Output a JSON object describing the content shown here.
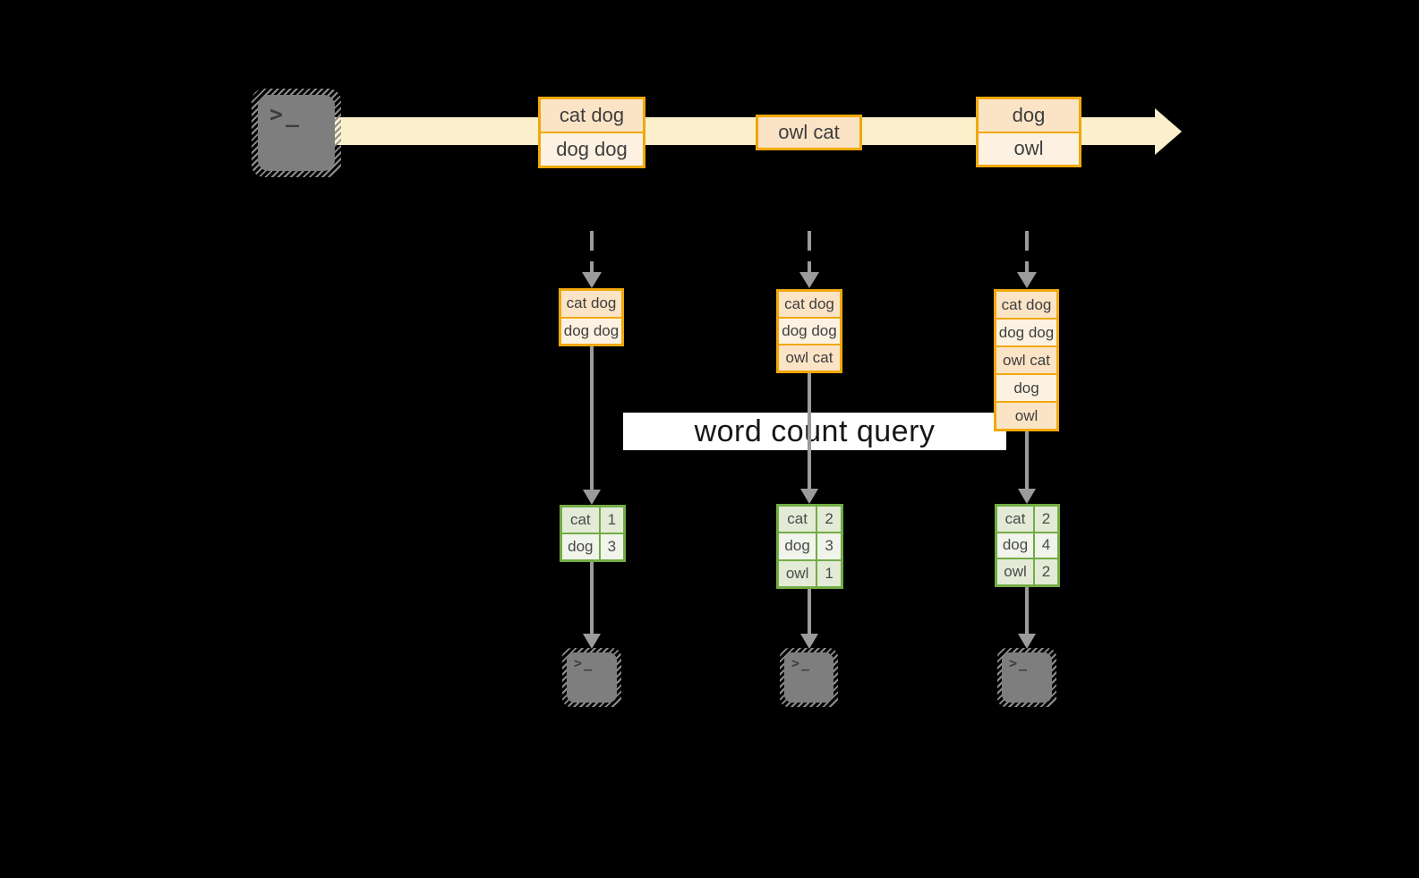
{
  "diagram": {
    "kind": "stream word-count diagram",
    "background": "#000000"
  },
  "query": {
    "label": "word count query"
  },
  "icons": {
    "terminal_glyph": ">_"
  },
  "stream": {
    "events": [
      {
        "lines": [
          "cat dog",
          "dog dog"
        ]
      },
      {
        "lines": [
          "owl cat"
        ]
      },
      {
        "lines": [
          "dog",
          "owl"
        ]
      }
    ]
  },
  "columns": [
    {
      "state": [
        "cat dog",
        "dog dog"
      ],
      "counts": [
        {
          "word": "cat",
          "n": "1"
        },
        {
          "word": "dog",
          "n": "3"
        }
      ]
    },
    {
      "state": [
        "cat dog",
        "dog dog",
        "owl cat"
      ],
      "counts": [
        {
          "word": "cat",
          "n": "2"
        },
        {
          "word": "dog",
          "n": "3"
        },
        {
          "word": "owl",
          "n": "1"
        }
      ]
    },
    {
      "state": [
        "cat dog",
        "dog dog",
        "owl cat",
        "dog",
        "owl"
      ],
      "counts": [
        {
          "word": "cat",
          "n": "2"
        },
        {
          "word": "dog",
          "n": "4"
        },
        {
          "word": "owl",
          "n": "2"
        }
      ]
    }
  ],
  "colors": {
    "accent_orange_border": "#f0a80a",
    "fill_peach": "#fbe4c6",
    "fill_cream": "#fdf2e2",
    "stream_band": "#fbf0cb",
    "green_border": "#72ac45",
    "green_row_dark": "#e3ebd7",
    "green_row_light": "#f0f4ea",
    "arrow_gray": "#9b9b9b",
    "terminal_gray": "#7e7e7e",
    "banner_bg": "#ffffff"
  }
}
